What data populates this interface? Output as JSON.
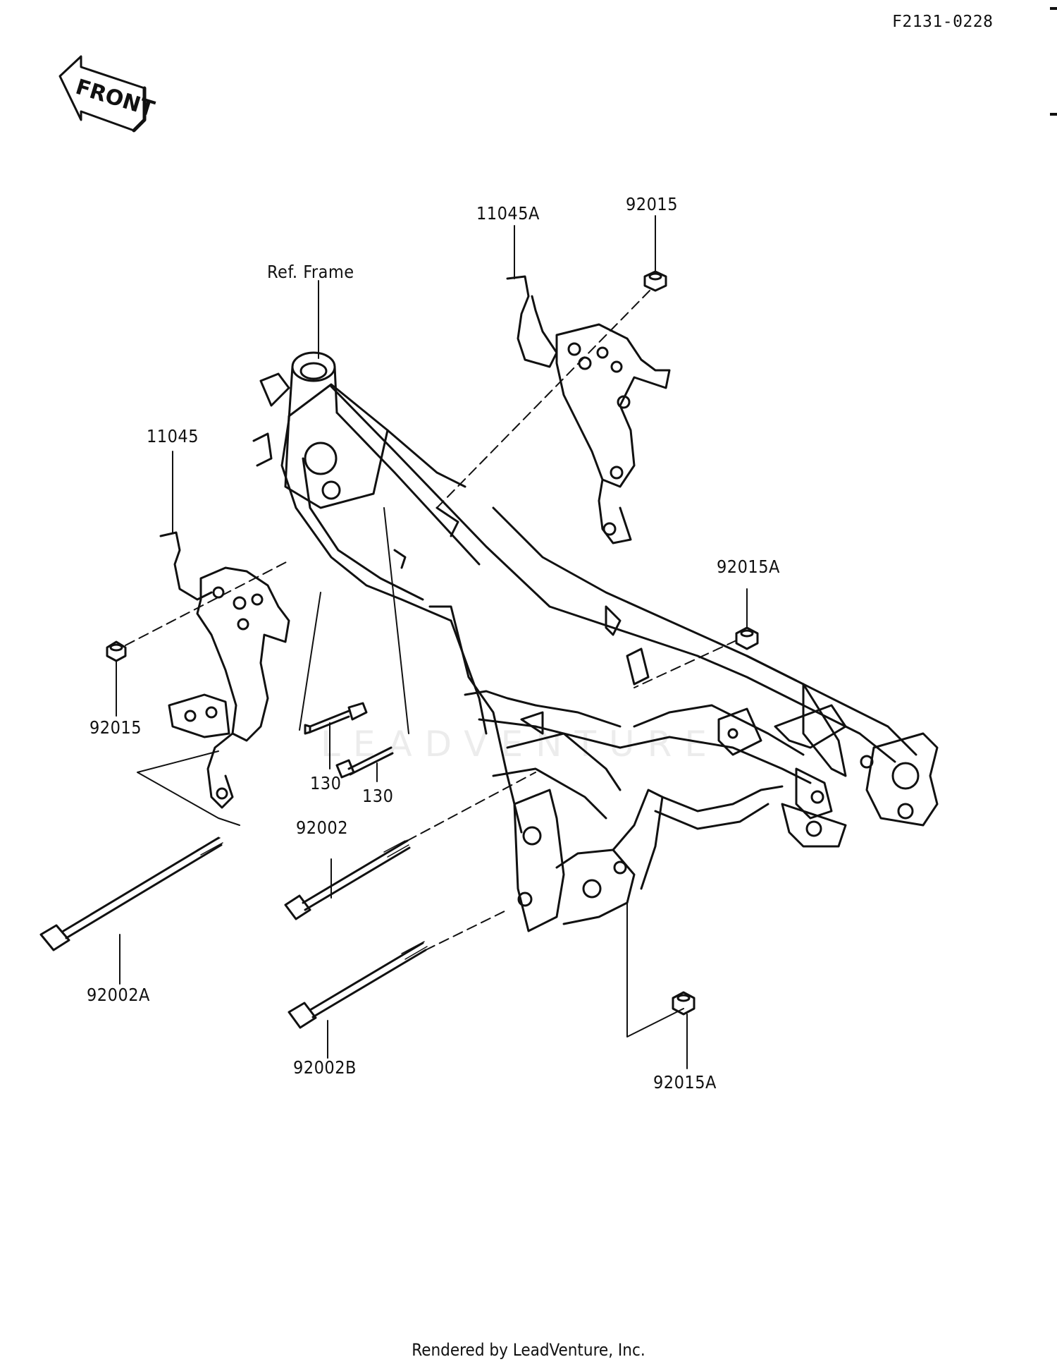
{
  "figure_code": "F2131-0228",
  "front_arrow_text": "FRONT",
  "labels": {
    "ref_frame": "Ref. Frame",
    "p11045a": "11045A",
    "p92015_top": "92015",
    "p11045": "11045",
    "p92015_left": "92015",
    "p92015a_right": "92015A",
    "p130_a": "130",
    "p130_b": "130",
    "p92002": "92002",
    "p92002a": "92002A",
    "p92002b": "92002B",
    "p92015a_bottom": "92015A"
  },
  "watermark": "LEADVENTURE",
  "footer": "Rendered by LeadVenture, Inc.",
  "colors": {
    "line": "#111111",
    "background": "#ffffff"
  }
}
